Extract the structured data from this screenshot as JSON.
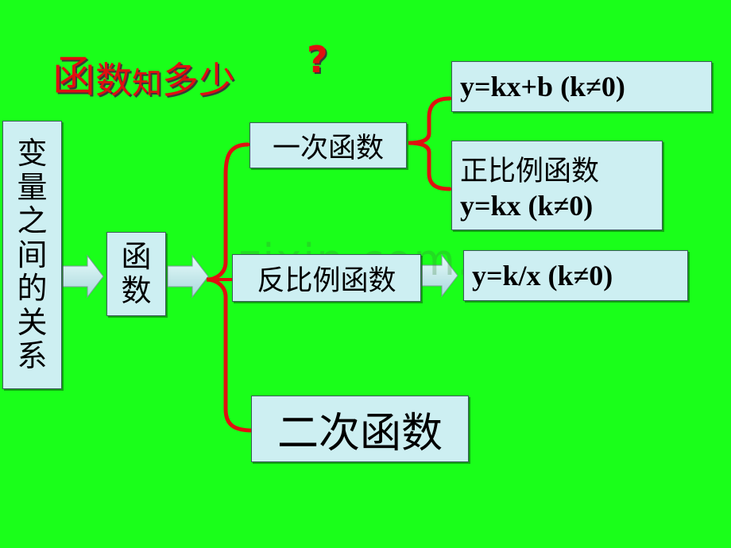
{
  "title": {
    "chars": [
      "函",
      "数",
      "知",
      "多",
      "少"
    ],
    "question_mark": "?"
  },
  "root_box": {
    "chars": [
      "变",
      "量",
      "之",
      "间",
      "的",
      "关",
      "系"
    ]
  },
  "function_box": {
    "chars": [
      "函",
      "数"
    ]
  },
  "categories": {
    "linear": "一次函数",
    "inverse": "反比例函数",
    "quadratic": "二次函数"
  },
  "formulas": {
    "linear": "y=kx+b (k≠0)",
    "proportional_name": "正比例函数",
    "proportional": "y=kx (k≠0)",
    "inverse": "y=k/x (k≠0)"
  },
  "watermark": "zixin.com.cn",
  "colors": {
    "background": "#1aff1a",
    "box_fill": "#cdeff2",
    "connector": "#e01010",
    "title": "#e01010"
  }
}
